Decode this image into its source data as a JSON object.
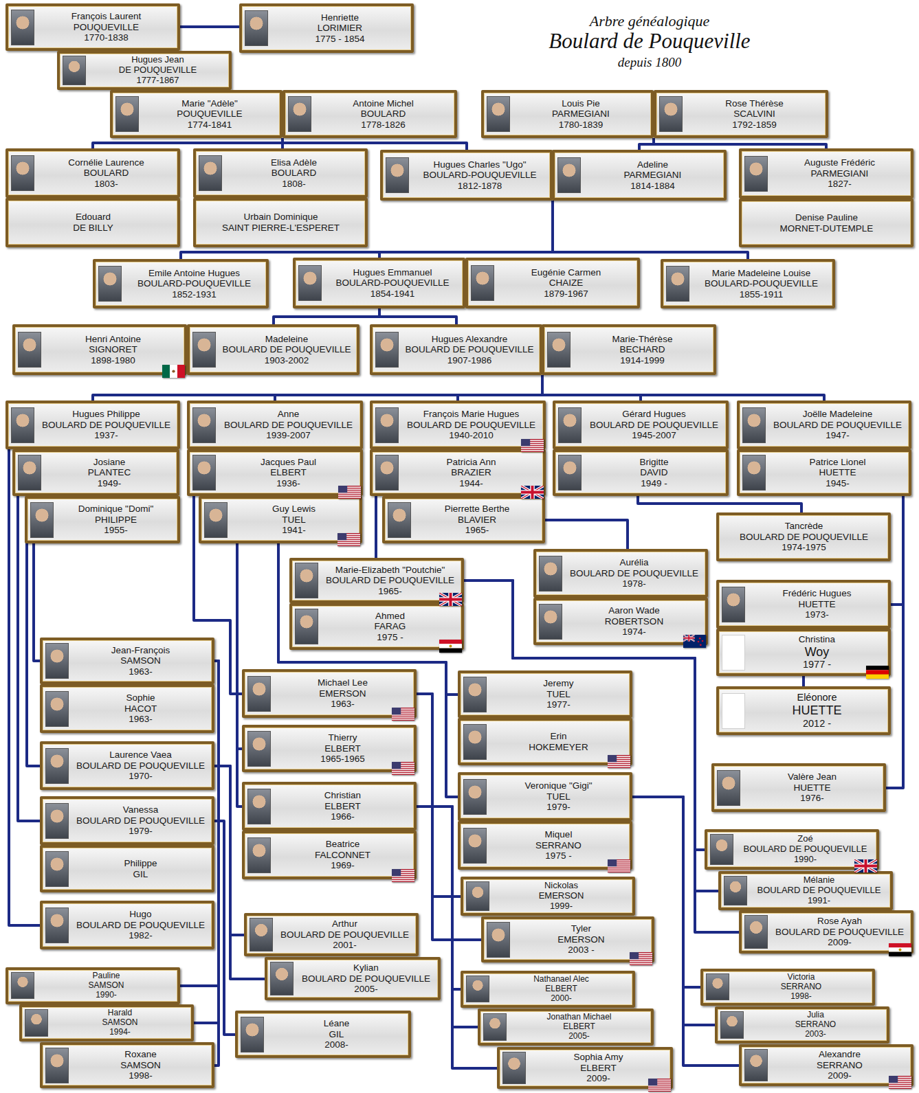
{
  "diagram": {
    "title": "Boulard de Pouqueville",
    "nodes": [
      {
        "text": [
          "François Laurent",
          "POUQUEVILLE",
          "1770-1838"
        ]
      },
      {
        "text": [
          "Henriette",
          "LORIMIER",
          "1775 - 1854"
        ]
      },
      {
        "text": [
          "Hugues Jean",
          "DE POUQUEVILLE",
          "1777-1867"
        ]
      },
      {
        "text": [
          "Marie \"Adèle\"",
          "POUQUEVILLE",
          "1774-1841"
        ]
      },
      {
        "text": [
          "Antoine Michel",
          "BOULARD",
          "1778-1826"
        ]
      },
      {
        "text": [
          "Louis Pie",
          "PARMEGIANI",
          "1780-1839"
        ]
      },
      {
        "text": [
          "Rose Thérèse",
          "SCALVINI",
          "1792-1859"
        ]
      },
      {
        "text": [
          "Cornélie Laurence",
          "BOULARD",
          "1803-"
        ]
      },
      {
        "text": [
          "Edouard",
          "DE BILLY"
        ]
      },
      {
        "text": [
          "Elisa Adèle",
          "BOULARD",
          "1808-"
        ]
      },
      {
        "text": [
          "Urbain Dominique",
          "SAINT PIERRE-L'ESPERET"
        ]
      },
      {
        "text": [
          "Hugues Charles \"Ugo\"",
          "BOULARD-POUQUEVILLE",
          "1812-1878"
        ]
      },
      {
        "text": [
          "Adeline",
          "PARMEGIANI",
          "1814-1884"
        ]
      },
      {
        "text": [
          "Auguste Frédéric",
          "PARMEGIANI",
          "1827-"
        ]
      },
      {
        "text": [
          "Denise Pauline",
          "MORNET-DUTEMPLE"
        ]
      },
      {
        "text": [
          "Emile Antoine Hugues",
          "BOULARD-POUQUEVILLE",
          "1852-1931"
        ]
      },
      {
        "text": [
          "Hugues Emmanuel",
          "BOULARD-POUQUEVILLE",
          "1854-1941"
        ]
      },
      {
        "text": [
          "Eugénie Carmen",
          "CHAIZE",
          "1879-1967"
        ]
      },
      {
        "text": [
          "Marie Madeleine Louise",
          "BOULARD-POUQUEVILLE",
          "1855-1911"
        ]
      },
      {
        "text": [
          "Henri Antoine",
          "SIGNORET",
          "1898-1980"
        ]
      },
      {
        "text": [
          "Madeleine",
          "BOULARD DE POUQUEVILLE",
          "1903-2002"
        ]
      },
      {
        "text": [
          "Hugues Alexandre",
          "BOULARD DE POUQUEVILLE",
          "1907-1986"
        ]
      },
      {
        "text": [
          "Marie-Thérèse",
          "BECHARD",
          "1914-1999"
        ]
      },
      {
        "text": [
          "Hugues Philippe",
          "BOULARD DE POUQUEVILLE",
          "1937-"
        ]
      },
      {
        "text": [
          "Josiane",
          "PLANTEC",
          "1949-"
        ]
      },
      {
        "text": [
          "Dominique \"Domi\"",
          "PHILIPPE",
          "1955-"
        ]
      },
      {
        "text": [
          "Anne",
          "BOULARD DE POUQUEVILLE",
          "1939-2007"
        ]
      },
      {
        "text": [
          "Jacques Paul",
          "ELBERT",
          "1936-"
        ]
      },
      {
        "text": [
          "Guy Lewis",
          "TUEL",
          "1941-"
        ]
      },
      {
        "text": [
          "François Marie Hugues",
          "BOULARD DE POUQUEVILLE",
          "1940-2010"
        ]
      },
      {
        "text": [
          "Patricia Ann",
          "BRAZIER",
          "1944-"
        ]
      },
      {
        "text": [
          "Pierrette Berthe",
          "BLAVIER",
          "1965-"
        ]
      },
      {
        "text": [
          "Gérard Hugues",
          "BOULARD DE POUQUEVILLE",
          "1945-2007"
        ]
      },
      {
        "text": [
          "Brigitte",
          "DAVID",
          "1949 -"
        ]
      },
      {
        "text": [
          "Joëlle Madeleine",
          "BOULARD DE POUQUEVILLE",
          "1947-"
        ]
      },
      {
        "text": [
          "Patrice Lionel",
          "HUETTE",
          "1945-"
        ]
      },
      {
        "text": [
          "Tancrède",
          "BOULARD DE POUQUEVILLE",
          "1974-1975"
        ]
      },
      {
        "text": [
          "Marie-Elizabeth \"Poutchie\"",
          "BOULARD DE POUQUEVILLE",
          "1965-"
        ]
      },
      {
        "text": [
          "Ahmed",
          "FARAG",
          "1975 -"
        ]
      },
      {
        "text": [
          "Aurélia",
          "BOULARD DE POUQUEVILLE",
          "1978-"
        ]
      },
      {
        "text": [
          "Aaron Wade",
          "ROBERTSON",
          "1974-"
        ]
      },
      {
        "text": [
          "Frédéric Hugues",
          "HUETTE",
          "1973-"
        ]
      },
      {
        "text": [
          "Christina",
          "Woy",
          "1977 -"
        ]
      },
      {
        "text": [
          "Eléonore",
          "HUETTE",
          "2012 -"
        ]
      },
      {
        "text": [
          "Valère Jean",
          "HUETTE",
          "1976-"
        ]
      },
      {
        "text": [
          "Jean-François",
          "SAMSON",
          "1963-"
        ]
      },
      {
        "text": [
          "Sophie",
          "HACOT",
          "1963-"
        ]
      },
      {
        "text": [
          "Laurence Vaea",
          "BOULARD DE POUQUEVILLE",
          "1970-"
        ]
      },
      {
        "text": [
          "Vanessa",
          "BOULARD DE POUQUEVILLE",
          "1979-"
        ]
      },
      {
        "text": [
          "Philippe",
          "GIL"
        ]
      },
      {
        "text": [
          "Hugo",
          "BOULARD DE POUQUEVILLE",
          "1982-"
        ]
      },
      {
        "text": [
          "Michael Lee",
          "EMERSON",
          "1963-"
        ]
      },
      {
        "text": [
          "Thierry",
          "ELBERT",
          "1965-1965"
        ]
      },
      {
        "text": [
          "Christian",
          "ELBERT",
          "1966-"
        ]
      },
      {
        "text": [
          "Beatrice",
          "FALCONNET",
          "1969-"
        ]
      },
      {
        "text": [
          "Jeremy",
          "TUEL",
          "1977-"
        ]
      },
      {
        "text": [
          "Erin",
          "HOKEMEYER"
        ]
      },
      {
        "text": [
          "Veronique \"Gigi\"",
          "TUEL",
          "1979-"
        ]
      },
      {
        "text": [
          "Miquel",
          "SERRANO",
          "1975 -"
        ]
      },
      {
        "text": [
          "Zoé",
          "BOULARD DE POUQUEVILLE",
          "1990-"
        ]
      },
      {
        "text": [
          "Mélanie",
          "BOULARD DE POUQUEVILLE",
          "1991-"
        ]
      },
      {
        "text": [
          "Rose Ayah",
          "BOULARD DE POUQUEVILLE",
          "2009-"
        ]
      },
      {
        "text": [
          "Nickolas",
          "EMERSON",
          "1999-"
        ]
      },
      {
        "text": [
          "Tyler",
          "EMERSON",
          "2003 -"
        ]
      },
      {
        "text": [
          "Arthur",
          "BOULARD DE POUQUEVILLE",
          "2001-"
        ]
      },
      {
        "text": [
          "Kylian",
          "BOULARD DE POUQUEVILLE",
          "2005-"
        ]
      },
      {
        "text": [
          "Pauline",
          "SAMSON",
          "1990-"
        ]
      },
      {
        "text": [
          "Harald",
          "SAMSON",
          "1994-"
        ]
      },
      {
        "text": [
          "Roxane",
          "SAMSON",
          "1998-"
        ]
      },
      {
        "text": [
          "Léane",
          "GIL",
          "2008-"
        ]
      },
      {
        "text": [
          "Nathanael Alec",
          "ELBERT",
          "2000-"
        ]
      },
      {
        "text": [
          "Jonathan Michael",
          "ELBERT",
          "2005-"
        ]
      },
      {
        "text": [
          "Sophia Amy",
          "ELBERT",
          "2009-"
        ]
      },
      {
        "text": [
          "Victoria",
          "SERRANO",
          "1998-"
        ]
      },
      {
        "text": [
          "Julia",
          "SERRANO",
          "2003-"
        ]
      },
      {
        "text": [
          "Alexandre",
          "SERRANO",
          "2009-"
        ]
      }
    ],
    "edges": [
      {
        "from": 0,
        "to": 1,
        "arrow": "none"
      },
      {
        "from": 3,
        "to": 7,
        "arrow": "none"
      },
      {
        "from": 3,
        "to": 9,
        "arrow": "none"
      },
      {
        "from": 3,
        "to": 11,
        "arrow": "none"
      },
      {
        "from": 5,
        "to": 12,
        "arrow": "none"
      },
      {
        "from": 5,
        "to": 13,
        "arrow": "none"
      },
      {
        "from": 11,
        "to": 15,
        "arrow": "none"
      },
      {
        "from": 11,
        "to": 16,
        "arrow": "none"
      },
      {
        "from": 11,
        "to": 18,
        "arrow": "none"
      },
      {
        "from": 16,
        "to": 20,
        "arrow": "none"
      },
      {
        "from": 16,
        "to": 21,
        "arrow": "none"
      },
      {
        "from": 21,
        "to": 23,
        "arrow": "none"
      },
      {
        "from": 21,
        "to": 26,
        "arrow": "none"
      },
      {
        "from": 21,
        "to": 29,
        "arrow": "none"
      },
      {
        "from": 21,
        "to": 32,
        "arrow": "none"
      },
      {
        "from": 21,
        "to": 34,
        "arrow": "none"
      },
      {
        "from": 33,
        "to": 36,
        "arrow": "none"
      },
      {
        "from": 30,
        "to": 37,
        "arrow": "none"
      },
      {
        "from": 31,
        "to": 39,
        "arrow": "none"
      },
      {
        "from": 37,
        "to": 59,
        "arrow": "none"
      },
      {
        "from": 37,
        "to": 60,
        "arrow": "none"
      },
      {
        "from": 37,
        "to": 61,
        "arrow": "none"
      },
      {
        "from": 35,
        "to": 41,
        "arrow": "none"
      },
      {
        "from": 35,
        "to": 44,
        "arrow": "none"
      },
      {
        "from": 42,
        "to": 43,
        "arrow": "none"
      },
      {
        "from": 23,
        "to": 45,
        "arrow": "none"
      },
      {
        "from": 23,
        "to": 47,
        "arrow": "none"
      },
      {
        "from": 23,
        "to": 48,
        "arrow": "none"
      },
      {
        "from": 23,
        "to": 50,
        "arrow": "none"
      },
      {
        "from": 45,
        "to": 66,
        "arrow": "none"
      },
      {
        "from": 45,
        "to": 67,
        "arrow": "none"
      },
      {
        "from": 45,
        "to": 68,
        "arrow": "none"
      },
      {
        "from": 26,
        "to": 51,
        "arrow": "none"
      },
      {
        "from": 27,
        "to": 52,
        "arrow": "none"
      },
      {
        "from": 27,
        "to": 53,
        "arrow": "none"
      },
      {
        "from": 28,
        "to": 55,
        "arrow": "none"
      },
      {
        "from": 28,
        "to": 57,
        "arrow": "none"
      },
      {
        "from": 47,
        "to": 64,
        "arrow": "none"
      },
      {
        "from": 47,
        "to": 65,
        "arrow": "none"
      },
      {
        "from": 48,
        "to": 69,
        "arrow": "none"
      },
      {
        "from": 51,
        "to": 62,
        "arrow": "none"
      },
      {
        "from": 51,
        "to": 63,
        "arrow": "none"
      },
      {
        "from": 53,
        "to": 70,
        "arrow": "none"
      },
      {
        "from": 53,
        "to": 71,
        "arrow": "none"
      },
      {
        "from": 53,
        "to": 72,
        "arrow": "none"
      },
      {
        "from": 57,
        "to": 73,
        "arrow": "none"
      },
      {
        "from": 57,
        "to": 74,
        "arrow": "none"
      },
      {
        "from": 57,
        "to": 75,
        "arrow": "none"
      }
    ],
    "labels": [
      "Arbre généalogique",
      "depuis 1800"
    ]
  }
}
